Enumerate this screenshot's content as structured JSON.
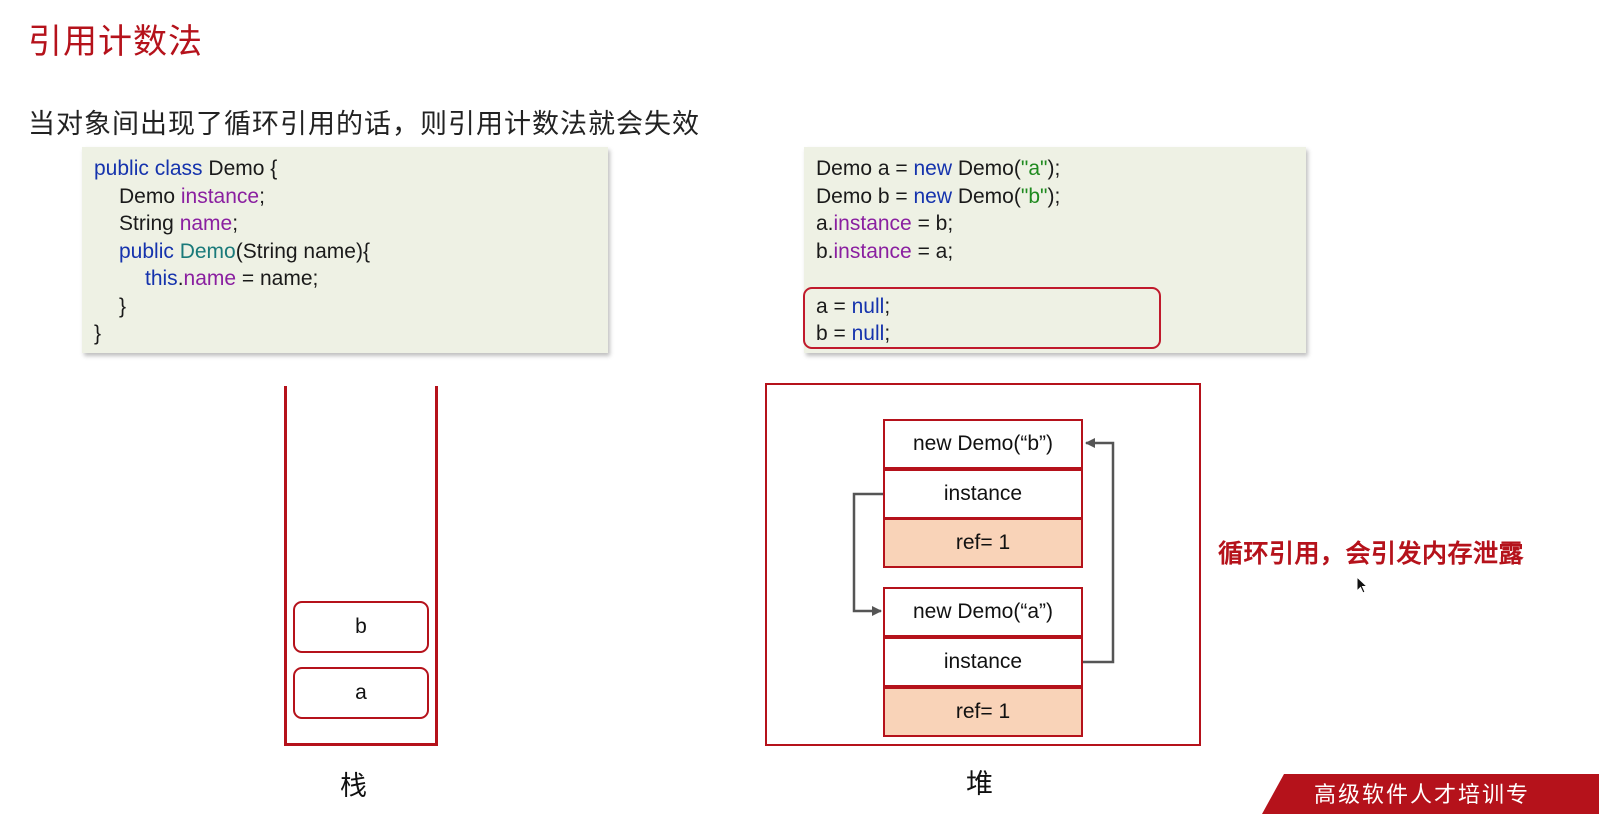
{
  "slide": {
    "title": "引用计数法",
    "subtitle": "当对象间出现了循环引用的话，则引用计数法就会失效",
    "note": "循环引用，会引发内存泄露",
    "banner_text": "高级软件人才培训专"
  },
  "code_left": {
    "l1_kw": "public class",
    "l1_rest": " Demo {",
    "l2_type": "Demo ",
    "l2_field": "instance",
    "l2_end": ";",
    "l3_type": "String ",
    "l3_field": "name",
    "l3_end": ";",
    "l4_kw": "public ",
    "l4_meth": "Demo",
    "l4_rest": "(String name){",
    "l5_kw": "this",
    "l5_dot": ".",
    "l5_field": "name",
    "l5_rest": " = name;",
    "l6": "}",
    "l7": "}"
  },
  "code_right": {
    "l1_a": "Demo a = ",
    "l1_kw": "new",
    "l1_b": " Demo(",
    "l1_str": "\"a\"",
    "l1_c": ");",
    "l2_a": "Demo b = ",
    "l2_kw": "new",
    "l2_b": " Demo(",
    "l2_str": "\"b\"",
    "l2_c": ");",
    "l3_a": "a.",
    "l3_field": "instance",
    "l3_b": " = b;",
    "l4_a": "b.",
    "l4_field": "instance",
    "l4_b": " = a;",
    "l5_a": "a = ",
    "l5_kw": "null",
    "l5_b": ";",
    "l6_a": "b = ",
    "l6_kw": "null",
    "l6_b": ";"
  },
  "stack": {
    "label": "栈",
    "items": [
      "b",
      "a"
    ]
  },
  "heap": {
    "label": "堆",
    "obj_b": {
      "header": "new Demo(“b”)",
      "field": "instance",
      "ref": "ref= 1"
    },
    "obj_a": {
      "header": "new Demo(“a”)",
      "field": "instance",
      "ref": "ref= 1"
    }
  },
  "colors": {
    "accent": "#b5121b",
    "code_bg": "#eef1e4",
    "keyword": "#1533ad",
    "field": "#8a1fa0",
    "method": "#1a7a7a",
    "string": "#1f8a1f",
    "ref_fill": "#f9d3b8"
  }
}
